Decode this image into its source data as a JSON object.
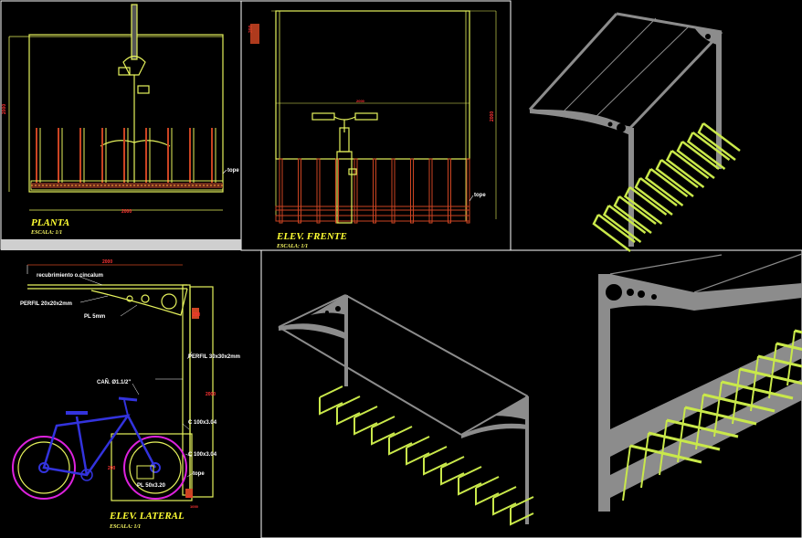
{
  "panels": {
    "planta": {
      "title": "PLANTA",
      "scale": "ESCALA: 1/1",
      "dim_left": "2000",
      "dim_bottom": "2000",
      "note_tope": "tope"
    },
    "frente": {
      "title": "ELEV. FRENTE",
      "scale": "ESCALA: 1/1",
      "dim_top": "200",
      "dim_right": "2000",
      "dim_mid": "2000",
      "note_tope": "tope"
    },
    "lateral": {
      "title": "ELEV. LATERAL",
      "scale": "ESCALA: 1/1",
      "dim_top": "2000",
      "dim_right_top": "200",
      "dim_right_mid": "2000",
      "dim_left_wheel": "200",
      "dim_bottom": "100",
      "dim_bottom2": "1000",
      "note_cover": "recubrimiento o cincalum",
      "note_perfil_a": "PERFIL 20x20x2mm",
      "note_pl": "PL 5mm",
      "note_perfil_b": "PERFIL 30x30x2mm",
      "note_cano": "CAÑ. Ø1.1/2\"",
      "note_c1": "C 100x3.04",
      "note_c2": "C 100x3.04",
      "note_tope": "tope",
      "note_pl2": "PL 50x3.20"
    }
  },
  "colors": {
    "background": "#000000",
    "frame": "#e6f25c",
    "rack": "#c9e84a",
    "bar_red": "#cc4422",
    "structure_grey": "#8c8c8c",
    "dim_red": "#ff3333",
    "label_yellow": "#ffff33",
    "bike_blue": "#3333dd",
    "wheel_magenta": "#dd22dd"
  }
}
